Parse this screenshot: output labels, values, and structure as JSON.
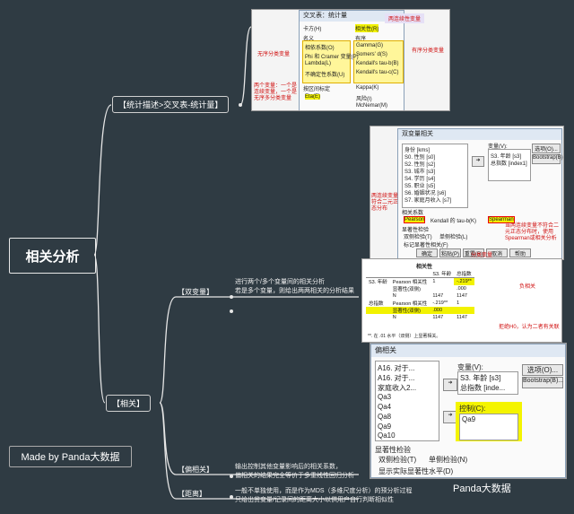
{
  "root": {
    "label": "相关分析"
  },
  "branches": {
    "stat": "【统计描述>交叉表-统计量】",
    "corr": "【相关】"
  },
  "sub": {
    "bivariate": "【双变量】",
    "partial": "【偏相关】",
    "distance": "【距离】"
  },
  "notes": {
    "bivariate_1": "进行两个/多个变量间的相关分析",
    "bivariate_2": "若是多个变量，则给出两两相关的分析结果",
    "partial_1": "输出控制其他变量影响后的相关系数，",
    "partial_2": "偏相关的结果完全等价于多重线性回归分析",
    "distance_1": "一般不单独使用，而是作为MDS（多维尺度分析）的预分析过程",
    "distance_2": "只给出贫变量/记录间的距离大小以供用户自行判断相似性"
  },
  "footer": {
    "made_by": "Made by Panda大数据"
  },
  "watermark": {
    "text": "Panda大数据"
  },
  "shot1": {
    "title": "交叉表：统计量",
    "tag_ordinal": "两连续性变量",
    "chk_chisq": "卡方(H)",
    "chk_corr": "相关性(R)",
    "g_nominal": "名义",
    "g_ordinal": "有序",
    "nom": [
      "相依系数(O)",
      "Phi 和 Cramer 变量(P)",
      "Lambda(L)",
      "不确定性系数(U)"
    ],
    "ord": [
      "Gamma(G)",
      "Somers' d(S)",
      "Kendall's tau-b(B)",
      "Kendall's tau-c(C)"
    ],
    "g_interval": "按区间标定",
    "eta": "Eta(E)",
    "kappa": "Kappa(K)",
    "risk": "风险(I)",
    "mcnemar": "McNemar(M)",
    "ann_nominal": "无序分类变量",
    "ann_ordinal": "有序分类变量",
    "ann_eta": "两个变量：一个是连续变量，一个是无序多分类变量"
  },
  "shot2": {
    "title": "双变量相关",
    "vars_label": "变量(V):",
    "list": [
      "身份 [kms]",
      "S0. 性别 [s0]",
      "S2. 性别 [s2]",
      "S3. 城市 [s3]",
      "S4. 学历 [s4]",
      "S5. 职业 [s5]",
      "S6. 婚姻状况 [s6]",
      "S7. 家庭月收入 [s7]"
    ],
    "sel": [
      "S3. 年龄 [s3]",
      "总指数 [index1]"
    ],
    "btn_options": "选项(O)...",
    "btn_boot": "Bootstrap(B)...",
    "g_coef": "相关系数",
    "pearson": "Pearson",
    "kendall": "Kendall 的 tau-b(K)",
    "spearman": "Spearman",
    "g_test": "显著性检验",
    "two": "双侧检验(T)",
    "one": "单侧检验(L)",
    "flag": "标记显著性相关(F)",
    "buttons": [
      "确定",
      "粘贴(P)",
      "重置(R)",
      "取消",
      "帮助"
    ],
    "ann_cont": "两连续变量符合二元正态分布",
    "ann_spear": "当两连续变量不符合二元正态分布时，使用Spearman或相关分析",
    "ann_ordcat": "分类变量"
  },
  "shot3": {
    "title": "相关性",
    "head": [
      "",
      "",
      "S3. 年龄",
      "总指数"
    ],
    "rows": [
      [
        "S3. 年龄",
        "Pearson 相关性",
        "1",
        "-.219**"
      ],
      [
        "",
        "显著性(双侧)",
        "",
        ".000"
      ],
      [
        "",
        "N",
        "1147",
        "1147"
      ],
      [
        "总指数",
        "Pearson 相关性",
        "-.219**",
        "1"
      ],
      [
        "",
        "显著性(双侧)",
        ".000",
        ""
      ],
      [
        "",
        "N",
        "1147",
        "1147"
      ]
    ],
    "footnote": "**. 在 .01 水平（双侧）上显著相关。",
    "ann_neg": "负相关",
    "ann_h0": "拒绝H0，认为二者有关联"
  },
  "shot4": {
    "title": "偏相关",
    "list": [
      "A16. 对于...",
      "A16. 对于...",
      "家庭收入2...",
      "Qa3",
      "Qa4",
      "Qa8",
      "Qa9",
      "Qa10"
    ],
    "vars_label": "变量(V):",
    "vars": [
      "S3. 年龄 [s3]",
      "总指数 [inde..."
    ],
    "ctrl_label": "控制(C):",
    "ctrl": [
      "Qa9"
    ],
    "btn_options": "选项(O)...",
    "btn_boot": "Bootstrap(B)...",
    "g_test": "显著性检验",
    "two": "双侧检验(T)",
    "one": "单侧检验(N)",
    "show": "显示实际显著性水平(D)"
  },
  "colors": {
    "bg": "#2f3b43",
    "line": "#e6e6e6",
    "highlight": "#f2f200",
    "annot": "#d01010"
  }
}
